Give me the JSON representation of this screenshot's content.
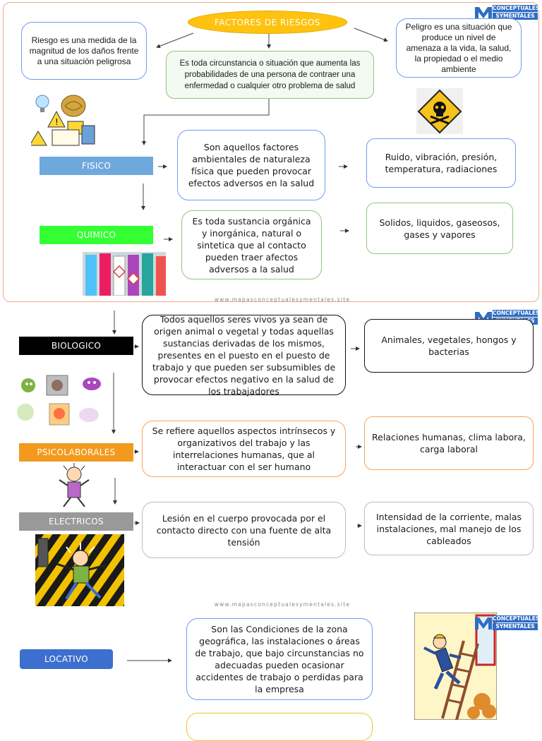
{
  "title": "FACTORES DE RIESGOS",
  "logo": {
    "line1": "CONCEPTUALES",
    "line2": "SYMENTALES"
  },
  "watermark": "www.mapasconceptualesymentales.site",
  "definitions": {
    "riesgo": "Riesgo es una medida de la magnitud de los daños frente a una situación peligrosa",
    "factor": "Es toda circunstancia o situación que aumenta las probabilidades de una persona de contraer una enfermedad o cualquier otro problema de salud",
    "peligro": "Peligro es una situación que produce un nivel de amenaza a la vida, la salud, la propiedad o el medio ambiente"
  },
  "categories": [
    {
      "name": "FISICO",
      "color": "#6fa8dc",
      "text_color": "#ffffff",
      "description": "Son aquellos factores ambientales de naturaleza física que pueden provocar efectos adversos en la salud",
      "examples": "Ruido, vibración, presión, temperatura, radiaciones"
    },
    {
      "name": "QUIMICO",
      "color": "#33ff33",
      "text_color": "#ffffff",
      "description": "Es toda sustancia orgánica y inorgánica, natural o sintetica que al contacto pueden traer afectos adversos a la salud",
      "examples": "Solidos, liquidos, gaseosos, gases y vapores"
    },
    {
      "name": "BIOLOGICO",
      "color": "#000000",
      "text_color": "#ffffff",
      "description": "Todos aquellos seres vivos ya sean de origen animal o vegetal y todas aquellas sustancias derivadas de los mismos, presentes en el puesto en el puesto de trabajo y que pueden ser subsumibles de provocar efectos negativo en la salud de los trabajadores",
      "examples": "Animales, vegetales, hongos y bacterias"
    },
    {
      "name": "PSICOLABORALES",
      "color": "#f39a1e",
      "text_color": "#ffffff",
      "description": "Se refiere aquellos aspectos intrínsecos y organizativos del trabajo y las interrelaciones humanas, que al interactuar con el ser humano",
      "examples": "Relaciones humanas, clima labora, carga laboral"
    },
    {
      "name": "ELECTRICOS",
      "color": "#999999",
      "text_color": "#ffffff",
      "description": "Lesión en el cuerpo provocada por el contacto directo con una fuente de alta tensión",
      "examples": "Intensidad de la corriente, malas instalaciones, mal manejo de los cableados"
    },
    {
      "name": "LOCATIVO",
      "color": "#3d6fcf",
      "text_color": "#ffffff",
      "description": "Son las Condiciones de la zona geográfica, las instalaciones o áreas de trabajo, que bajo circunstancias no adecuadas pueden ocasionar accidentes de trabajo o perdidas para la empresa",
      "examples": ""
    }
  ],
  "icons": [
    "hazard-signs-illustration",
    "skull-crossbones-warning-icon",
    "chemical-tubes-illustration",
    "bacteria-illustration",
    "stressed-worker-illustration",
    "electrocuted-worker-illustration",
    "ladder-fall-illustration"
  ]
}
